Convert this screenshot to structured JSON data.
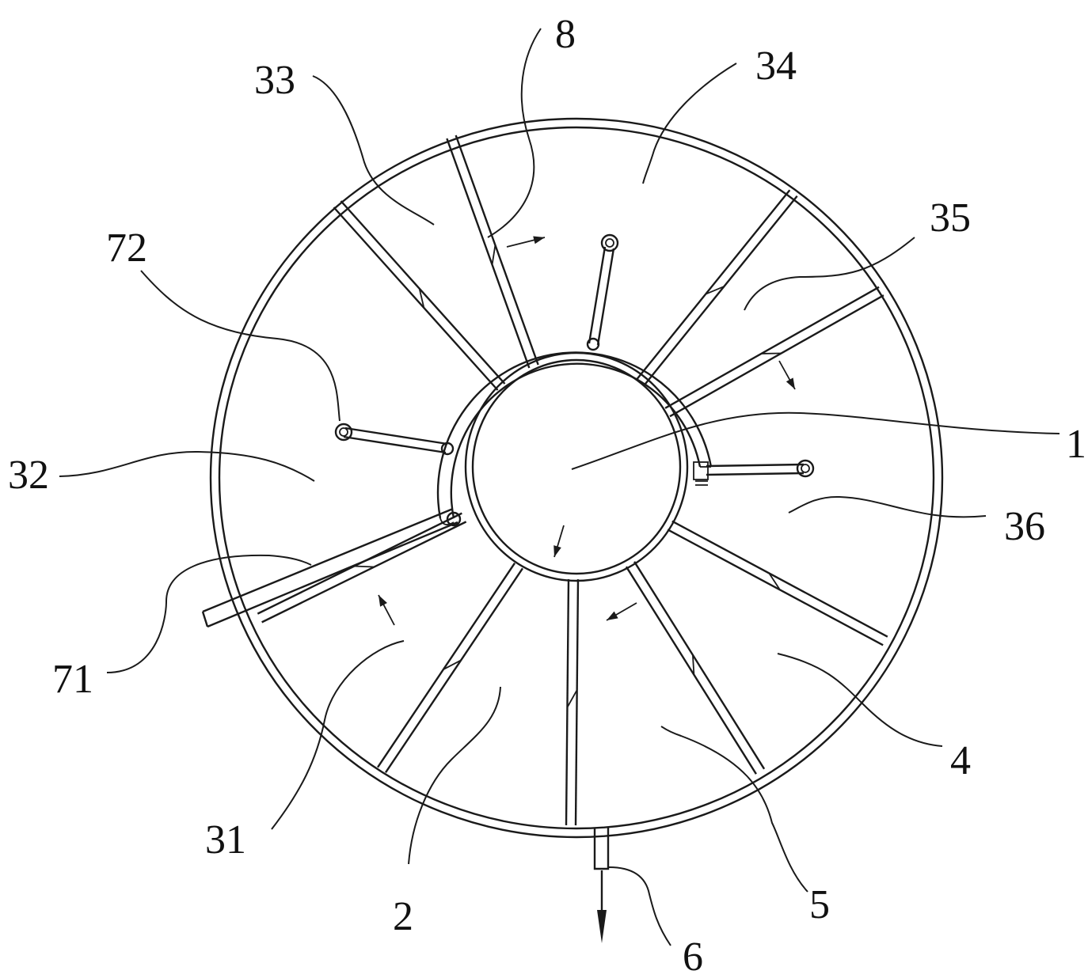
{
  "figure": {
    "labels": {
      "l1": "1",
      "l2": "2",
      "l4": "4",
      "l5": "5",
      "l6": "6",
      "l8": "8",
      "l31": "31",
      "l32": "32",
      "l33": "33",
      "l34": "34",
      "l35": "35",
      "l36": "36",
      "l71": "71",
      "l72": "72"
    }
  }
}
